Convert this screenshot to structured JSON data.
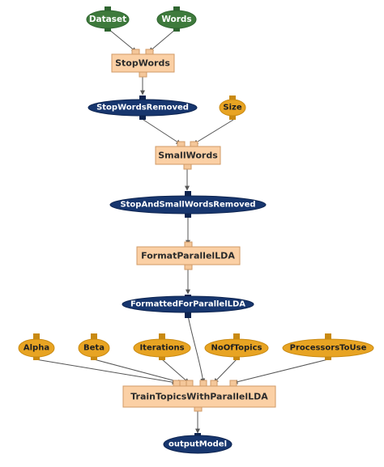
{
  "colors": {
    "input_green": "#3e7a3c",
    "input_green_port": "#2f6530",
    "param_orange": "#e8a423",
    "param_orange_port": "#c98a12",
    "intermediate_blue": "#17366e",
    "intermediate_blue_port": "#0d2450",
    "process_fill": "#fbd0a5",
    "process_border": "#d09a66",
    "process_port": "#f4c79a",
    "process_text": "#2b2b2b",
    "edge": "#555555"
  },
  "nodes": {
    "dataset": {
      "label": "Dataset",
      "kind": "input"
    },
    "words": {
      "label": "Words",
      "kind": "input"
    },
    "stopwords": {
      "label": "StopWords",
      "kind": "process"
    },
    "stopwords_removed": {
      "label": "StopWordsRemoved",
      "kind": "data"
    },
    "size": {
      "label": "Size",
      "kind": "param"
    },
    "smallwords": {
      "label": "SmallWords",
      "kind": "process"
    },
    "stop_and_small_removed": {
      "label": "StopAndSmallWordsRemoved",
      "kind": "data"
    },
    "format_parallel_lda": {
      "label": "FormatParallelLDA",
      "kind": "process"
    },
    "formatted_for_parallel_lda": {
      "label": "FormattedForParallelLDA",
      "kind": "data"
    },
    "alpha": {
      "label": "Alpha",
      "kind": "param"
    },
    "beta": {
      "label": "Beta",
      "kind": "param"
    },
    "iterations": {
      "label": "Iterations",
      "kind": "param"
    },
    "no_of_topics": {
      "label": "NoOfTopics",
      "kind": "param"
    },
    "processors_to_use": {
      "label": "ProcessorsToUse",
      "kind": "param"
    },
    "train_topics": {
      "label": "TrainTopicsWithParallelLDA",
      "kind": "process"
    },
    "output_model": {
      "label": "outputModel",
      "kind": "data"
    }
  },
  "edges": [
    {
      "from": "dataset",
      "to": "stopwords"
    },
    {
      "from": "words",
      "to": "stopwords"
    },
    {
      "from": "stopwords",
      "to": "stopwords_removed"
    },
    {
      "from": "stopwords_removed",
      "to": "smallwords"
    },
    {
      "from": "size",
      "to": "smallwords"
    },
    {
      "from": "smallwords",
      "to": "stop_and_small_removed"
    },
    {
      "from": "stop_and_small_removed",
      "to": "format_parallel_lda"
    },
    {
      "from": "format_parallel_lda",
      "to": "formatted_for_parallel_lda"
    },
    {
      "from": "alpha",
      "to": "train_topics"
    },
    {
      "from": "beta",
      "to": "train_topics"
    },
    {
      "from": "iterations",
      "to": "train_topics"
    },
    {
      "from": "formatted_for_parallel_lda",
      "to": "train_topics"
    },
    {
      "from": "no_of_topics",
      "to": "train_topics"
    },
    {
      "from": "processors_to_use",
      "to": "train_topics"
    },
    {
      "from": "train_topics",
      "to": "output_model"
    }
  ]
}
